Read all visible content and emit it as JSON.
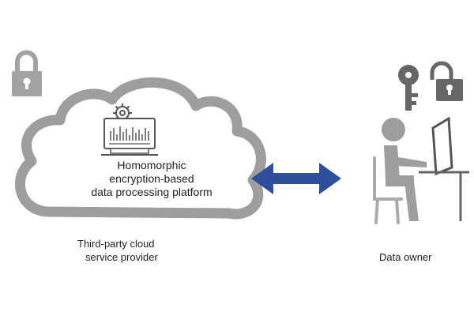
{
  "cloud": {
    "label_line1": "Homomorphic",
    "label_line2": "encryption-based",
    "label_line3": "data processing platform",
    "caption_line1": "Third-party cloud",
    "caption_line2": "service provider",
    "icons": [
      "padlock-closed-icon",
      "gear-icon",
      "monitor-dashboard-icon"
    ]
  },
  "owner": {
    "caption": "Data owner",
    "icons": [
      "key-icon",
      "padlock-open-icon",
      "person-at-computer-icon"
    ]
  },
  "connector": {
    "type": "bidirectional-arrow",
    "color": "#2f4e9c"
  },
  "colors": {
    "icon_gray": "#a3a3a3",
    "cloud_gray": "#9e9e9e",
    "dark_icon": "#555555",
    "arrow_blue": "#2f4e9c"
  }
}
